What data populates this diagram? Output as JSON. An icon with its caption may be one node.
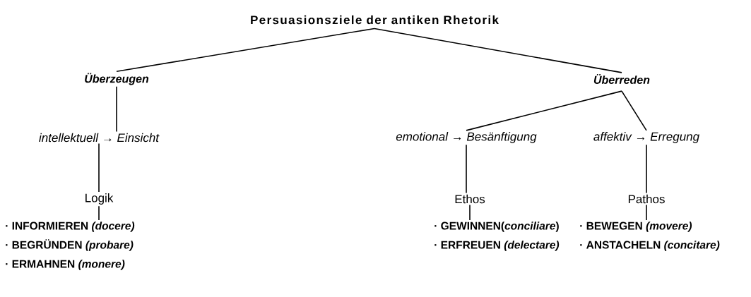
{
  "diagram": {
    "nodes": [
      {
        "text": [
          "Persuasionsziele der antiken Rhetorik"
        ]
      },
      {
        "text": [
          "Überzeugen"
        ]
      },
      {
        "text": [
          "Überreden"
        ]
      },
      {
        "text": [
          "intellektuell → Einsicht"
        ]
      },
      {
        "text": [
          "emotional → Besänftigung"
        ]
      },
      {
        "text": [
          "affektiv → Erregung"
        ]
      },
      {
        "text": [
          "Logik"
        ]
      },
      {
        "text": [
          "Ethos"
        ]
      },
      {
        "text": [
          "Pathos"
        ]
      },
      {
        "text": [
          "· INFORMIEREN *(docere)*",
          "· BEGRÜNDEN *(probare)*",
          "· ERMAHNEN *(monere)*"
        ]
      },
      {
        "text": [
          "· GEWINNEN(*conciliare*)",
          "· ERFREUEN *(delectare)*"
        ]
      },
      {
        "text": [
          "· BEWEGEN *(movere)*",
          "· ANSTACHELN *(concitare)*"
        ]
      }
    ],
    "edges": [
      {
        "from": 0,
        "to": 1,
        "arrow": "none"
      },
      {
        "from": 0,
        "to": 2,
        "arrow": "none"
      },
      {
        "from": 1,
        "to": 3,
        "arrow": "none"
      },
      {
        "from": 2,
        "to": 4,
        "arrow": "none"
      },
      {
        "from": 2,
        "to": 5,
        "arrow": "none"
      },
      {
        "from": 3,
        "to": 6,
        "arrow": "none"
      },
      {
        "from": 4,
        "to": 7,
        "arrow": "none"
      },
      {
        "from": 5,
        "to": 8,
        "arrow": "none"
      },
      {
        "from": 6,
        "to": 9,
        "arrow": "none"
      },
      {
        "from": 7,
        "to": 10,
        "arrow": "none"
      },
      {
        "from": 8,
        "to": 11,
        "arrow": "none"
      }
    ]
  }
}
